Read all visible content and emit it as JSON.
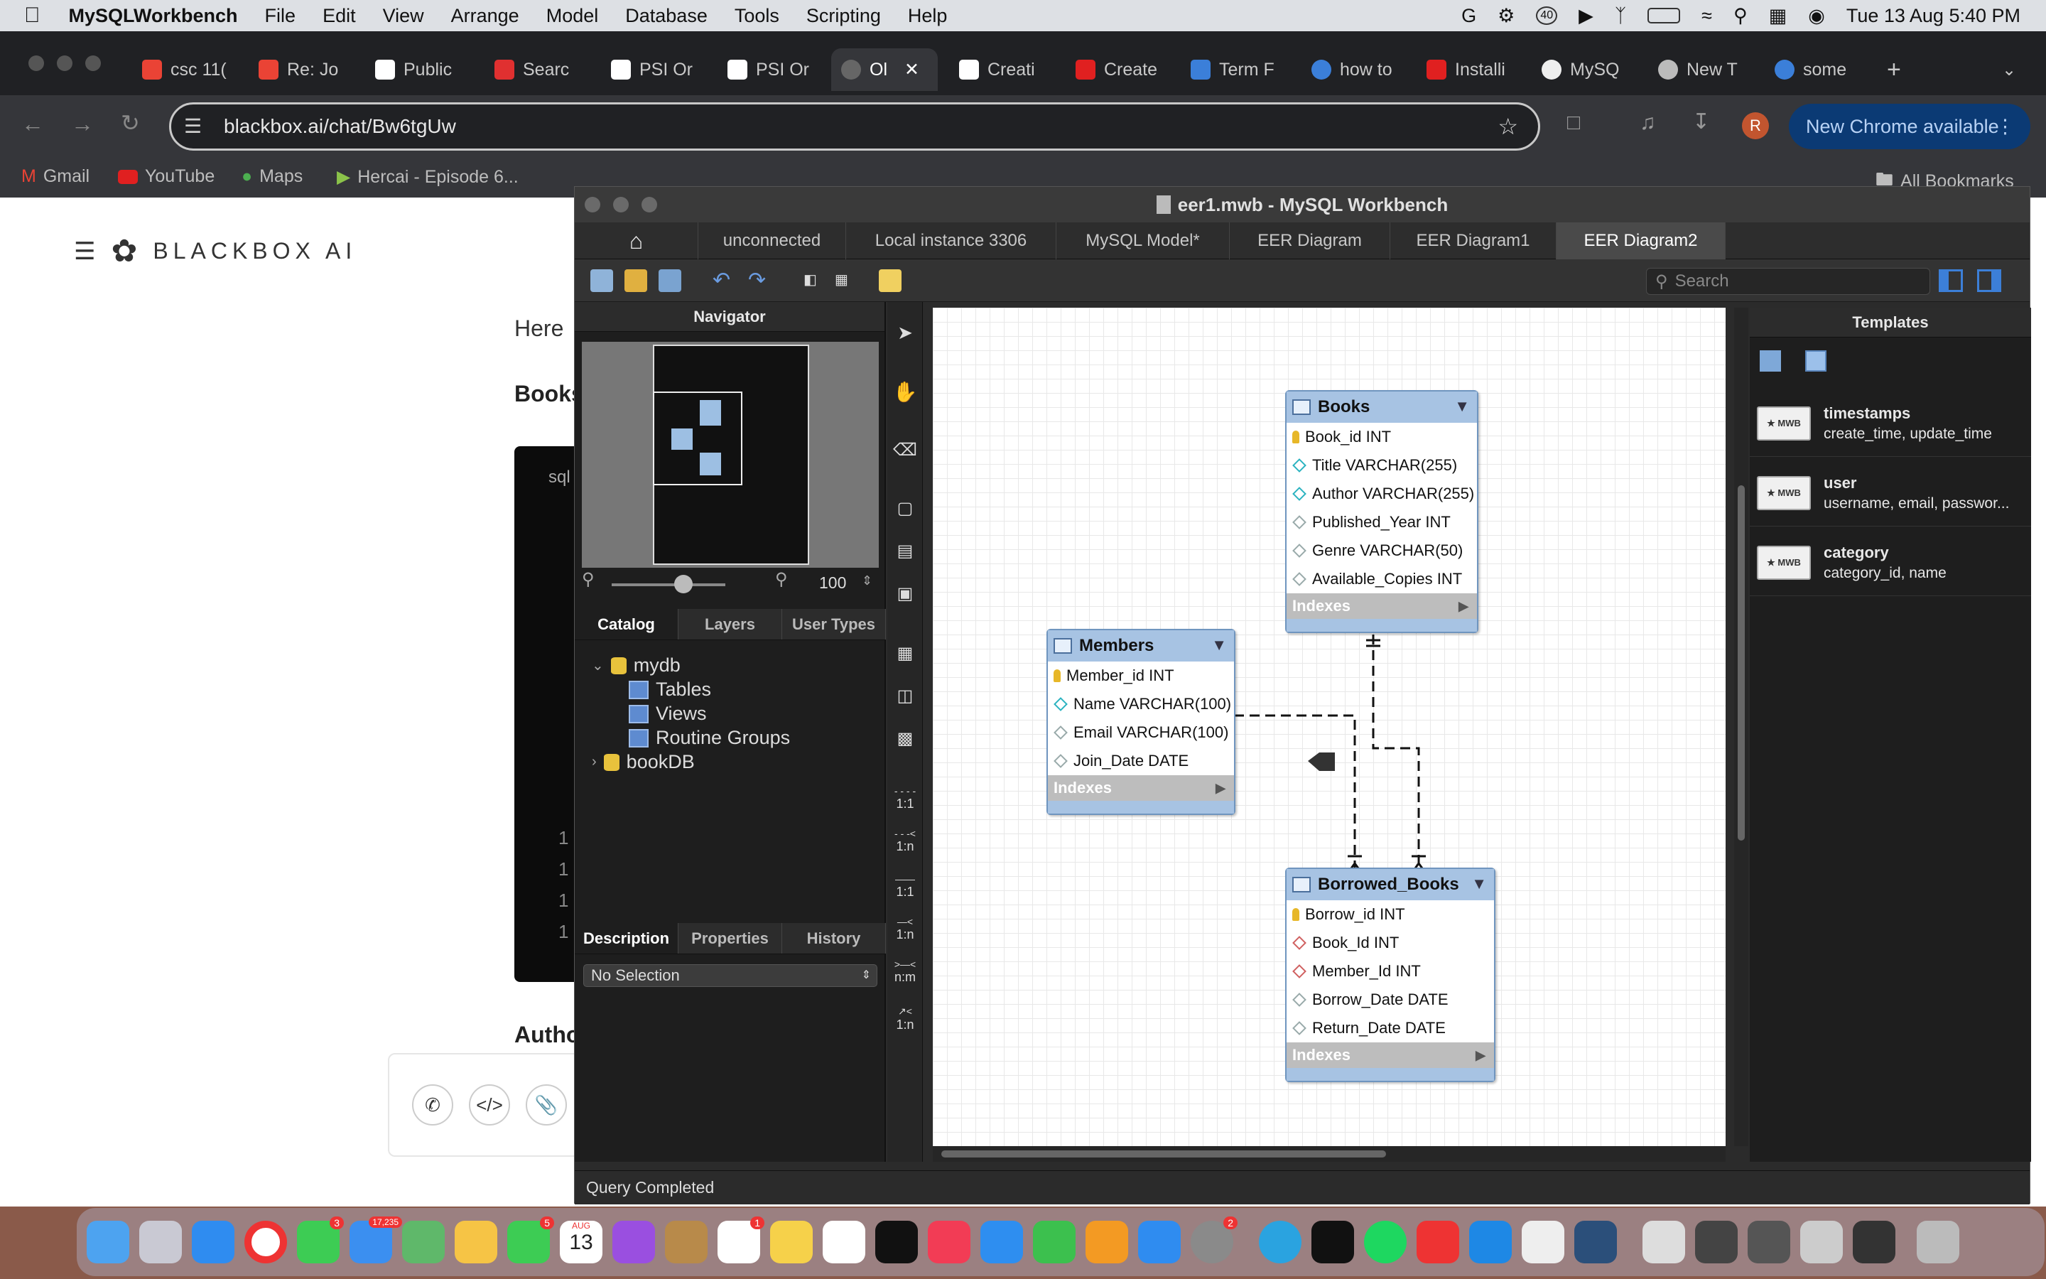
{
  "menubar": {
    "app": "MySQLWorkbench",
    "items": [
      "File",
      "Edit",
      "View",
      "Arrange",
      "Model",
      "Database",
      "Tools",
      "Scripting",
      "Help"
    ],
    "clock": "Tue 13 Aug  5:40 PM",
    "badge": "40"
  },
  "browser": {
    "tabs": [
      "csc 11(",
      "Re: Jo",
      "Public",
      "Searc",
      "PSI Or",
      "PSI Or",
      "Ol",
      "Creati",
      "Create",
      "Term F",
      "how to",
      "Installi",
      "MySQ",
      "New T",
      "some"
    ],
    "url": "blackbox.ai/chat/Bw6tgUw",
    "new_chrome": "New Chrome available",
    "profile": "R",
    "bookmarks": [
      "Gmail",
      "YouTube",
      "Maps",
      "Hercai - Episode 6..."
    ],
    "all_bookmarks": "All Bookmarks"
  },
  "page": {
    "logo": "BLACKBOX AI",
    "here": "Here",
    "books": "Books",
    "sql": "sql",
    "author": "Autho",
    "lines": [
      "1",
      "1",
      "1",
      "1"
    ]
  },
  "workbench": {
    "title": "eer1.mwb - MySQL Workbench",
    "tabs": [
      "unconnected",
      "Local instance 3306",
      "MySQL Model*",
      "EER Diagram",
      "EER Diagram1",
      "EER Diagram2"
    ],
    "search_placeholder": "Search",
    "navigator": {
      "title": "Navigator",
      "zoom": "100"
    },
    "catalog_tabs": [
      "Catalog",
      "Layers",
      "User Types"
    ],
    "tree": {
      "db1": "mydb",
      "tables": "Tables",
      "views": "Views",
      "routines": "Routine Groups",
      "db2": "bookDB"
    },
    "desc_tabs": [
      "Description",
      "Properties",
      "History"
    ],
    "selection": "No Selection",
    "tool_labels": [
      "1:1",
      "1:n",
      "1:1",
      "1:n",
      "n:m",
      "1:n"
    ],
    "templates": {
      "title": "Templates",
      "items": [
        {
          "name": "timestamps",
          "desc": "create_time, update_time"
        },
        {
          "name": "user",
          "desc": "username, email, passwor..."
        },
        {
          "name": "category",
          "desc": "category_id, name"
        }
      ]
    },
    "status": "Query Completed",
    "tables": {
      "books": {
        "name": "Books",
        "columns": [
          "Book_id INT",
          "Title VARCHAR(255)",
          "Author VARCHAR(255)",
          "Published_Year INT",
          "Genre VARCHAR(50)",
          "Available_Copies INT"
        ],
        "indexes": "Indexes"
      },
      "members": {
        "name": "Members",
        "columns": [
          "Member_id INT",
          "Name VARCHAR(100)",
          "Email VARCHAR(100)",
          "Join_Date DATE"
        ],
        "indexes": "Indexes"
      },
      "borrowed": {
        "name": "Borrowed_Books",
        "columns": [
          "Borrow_id INT",
          "Book_Id INT",
          "Member_Id INT",
          "Borrow_Date DATE",
          "Return_Date DATE"
        ],
        "indexes": "Indexes"
      }
    }
  },
  "dock": {
    "mail_badge": "17,235",
    "messages_badge": "3",
    "facetime_badge": "5",
    "reminders_badge": "1",
    "settings_badge": "2",
    "calendar_month": "AUG",
    "calendar_day": "13"
  }
}
